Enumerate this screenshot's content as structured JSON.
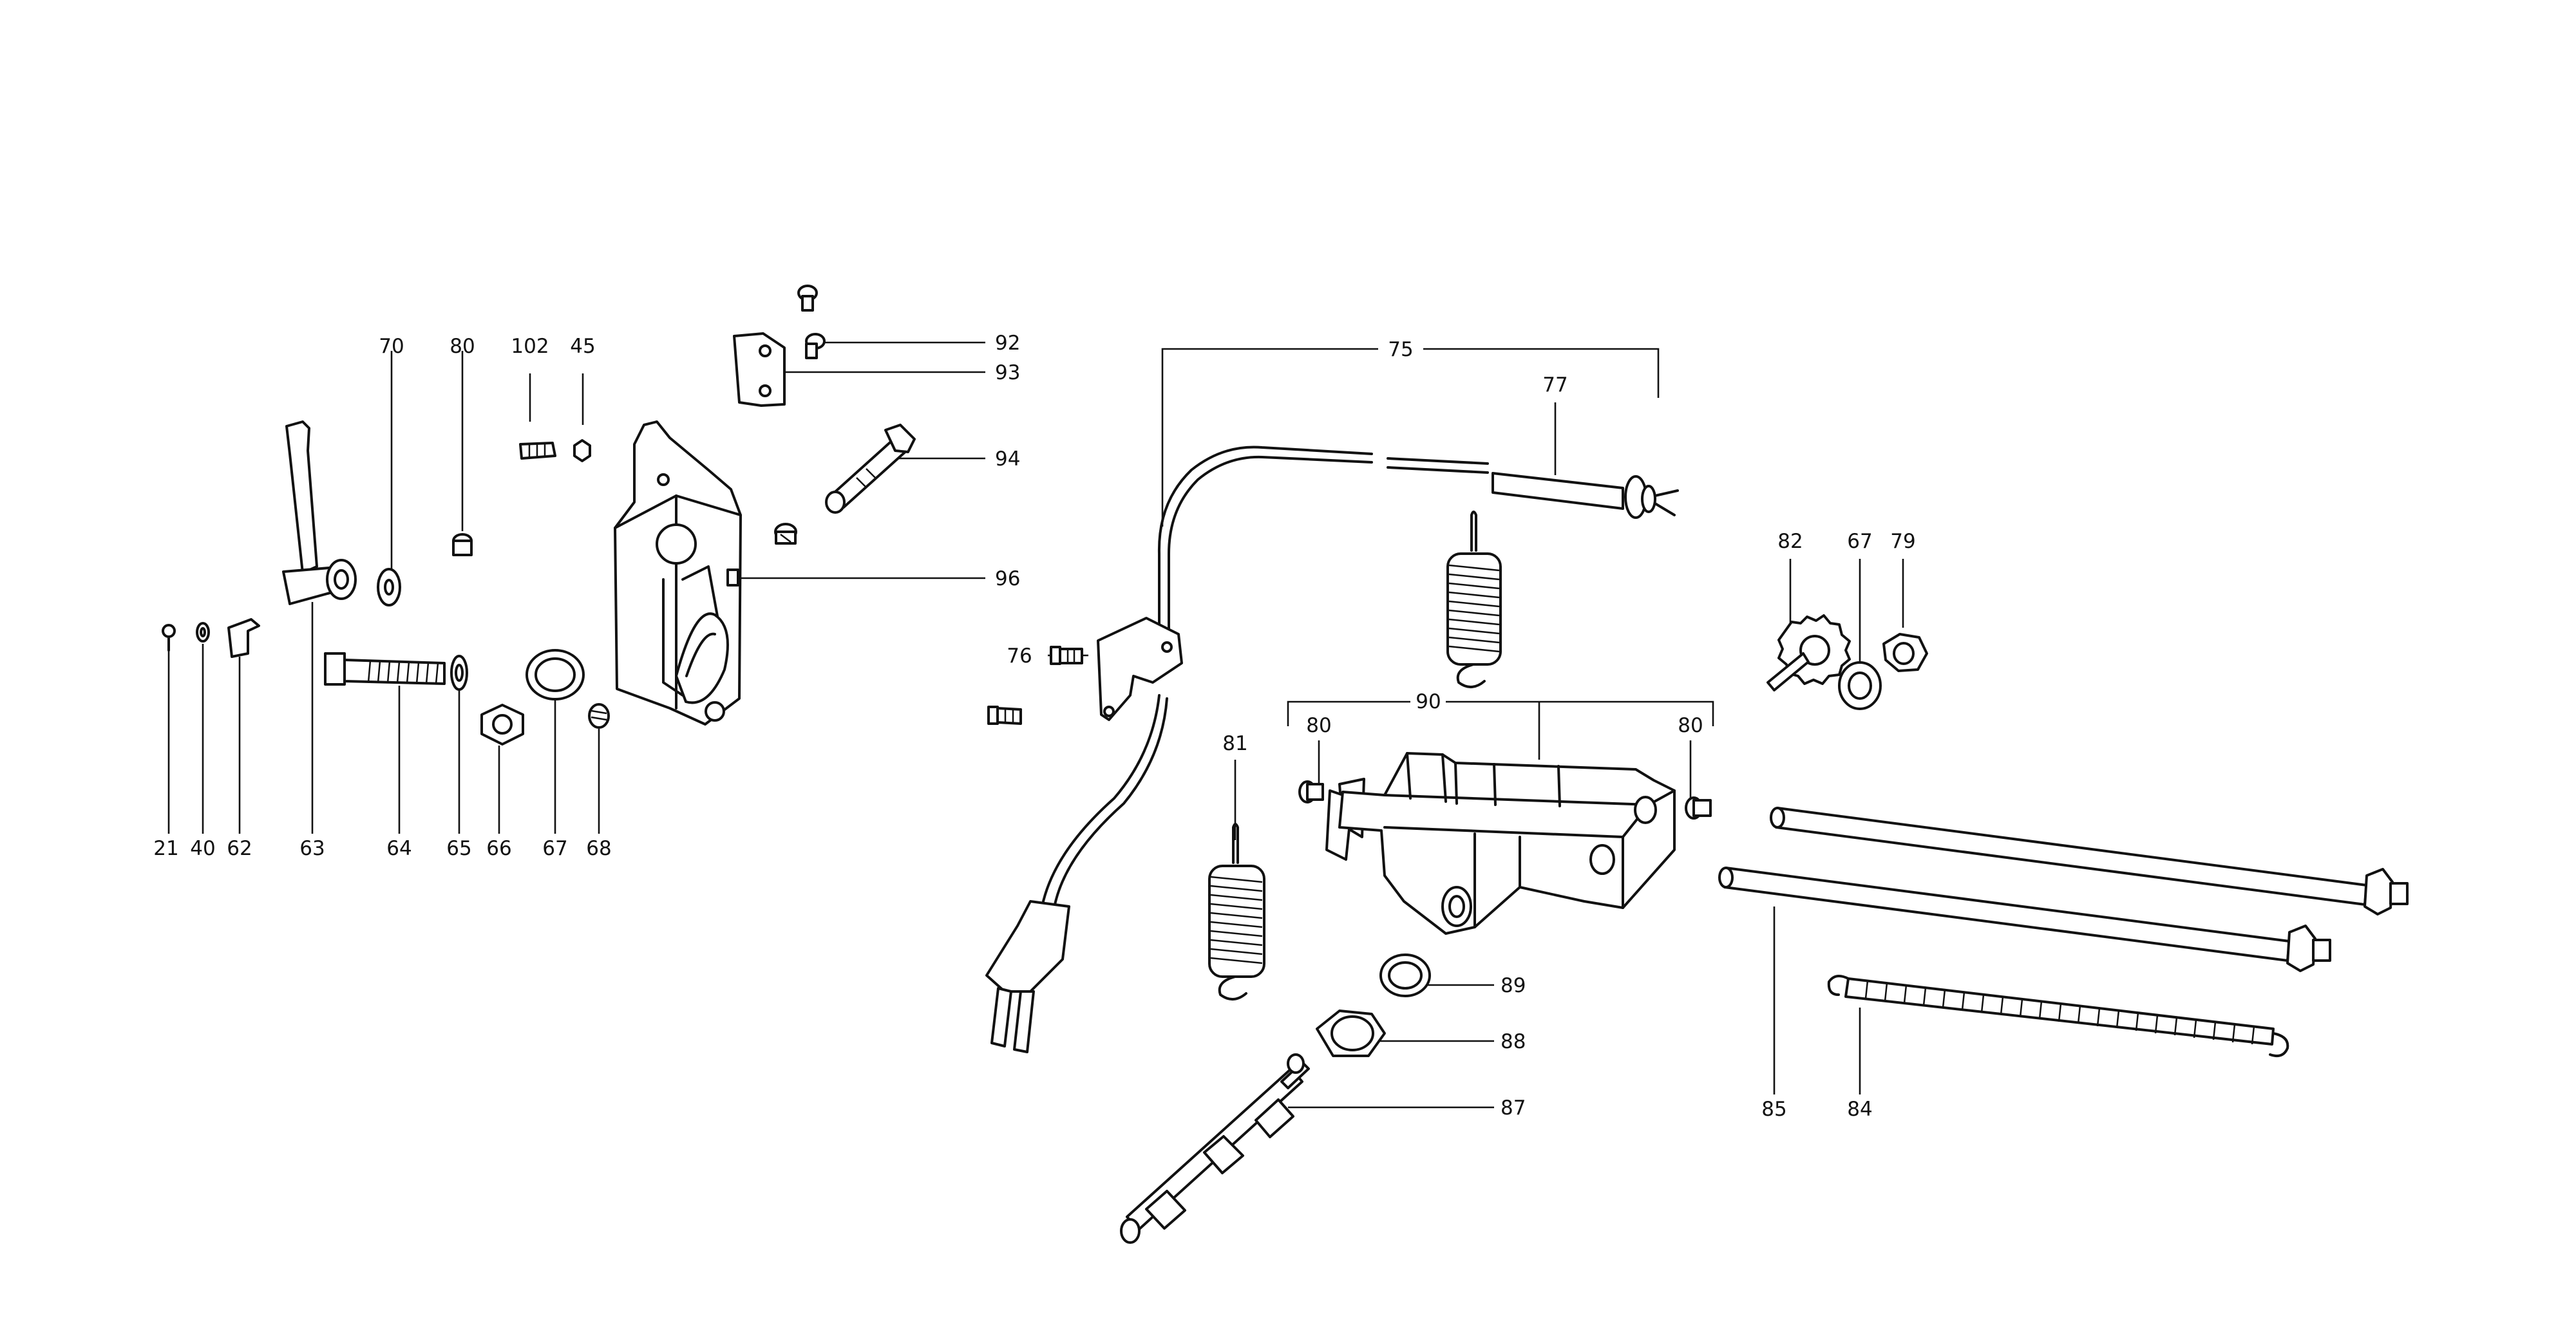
{
  "diagram": {
    "callouts": [
      {
        "id": "c70",
        "text": "70"
      },
      {
        "id": "c80a",
        "text": "80"
      },
      {
        "id": "c102",
        "text": "102"
      },
      {
        "id": "c45",
        "text": "45"
      },
      {
        "id": "c92",
        "text": "92"
      },
      {
        "id": "c93",
        "text": "93"
      },
      {
        "id": "c94",
        "text": "94"
      },
      {
        "id": "c96",
        "text": "96"
      },
      {
        "id": "c21",
        "text": "21"
      },
      {
        "id": "c40",
        "text": "40"
      },
      {
        "id": "c62",
        "text": "62"
      },
      {
        "id": "c63",
        "text": "63"
      },
      {
        "id": "c64",
        "text": "64"
      },
      {
        "id": "c65",
        "text": "65"
      },
      {
        "id": "c66",
        "text": "66"
      },
      {
        "id": "c67a",
        "text": "67"
      },
      {
        "id": "c68",
        "text": "68"
      },
      {
        "id": "c75",
        "text": "75"
      },
      {
        "id": "c77",
        "text": "77"
      },
      {
        "id": "c76",
        "text": "76"
      },
      {
        "id": "c82",
        "text": "82"
      },
      {
        "id": "c67b",
        "text": "67"
      },
      {
        "id": "c79",
        "text": "79"
      },
      {
        "id": "c90",
        "text": "90"
      },
      {
        "id": "c80b",
        "text": "80"
      },
      {
        "id": "c80c",
        "text": "80"
      },
      {
        "id": "c81",
        "text": "81"
      },
      {
        "id": "c89",
        "text": "89"
      },
      {
        "id": "c88",
        "text": "88"
      },
      {
        "id": "c87",
        "text": "87"
      },
      {
        "id": "c85",
        "text": "85"
      },
      {
        "id": "c84",
        "text": "84"
      }
    ]
  }
}
